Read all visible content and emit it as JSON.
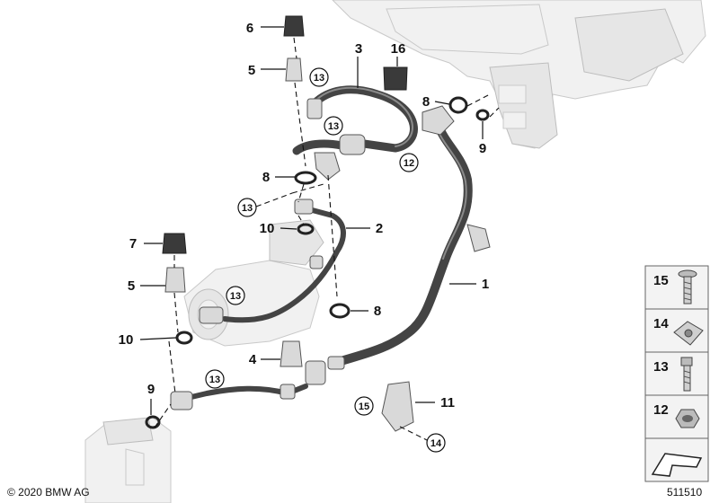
{
  "copyright": "© 2020 BMW AG",
  "diagram_id": "511510",
  "callouts": [
    {
      "label": "6"
    },
    {
      "label": "5"
    },
    {
      "label": "3"
    },
    {
      "label": "16"
    },
    {
      "label": "8"
    },
    {
      "label": "9"
    },
    {
      "label": "8"
    },
    {
      "label": "2"
    },
    {
      "label": "10"
    },
    {
      "label": "7"
    },
    {
      "label": "5"
    },
    {
      "label": "1"
    },
    {
      "label": "8"
    },
    {
      "label": "10"
    },
    {
      "label": "4"
    },
    {
      "label": "9"
    },
    {
      "label": "11"
    }
  ],
  "circled_callouts": [
    {
      "label": "13"
    },
    {
      "label": "13"
    },
    {
      "label": "12"
    },
    {
      "label": "13"
    },
    {
      "label": "13"
    },
    {
      "label": "13"
    },
    {
      "label": "15"
    },
    {
      "label": "14"
    }
  ],
  "legend": [
    {
      "label": "15"
    },
    {
      "label": "14"
    },
    {
      "label": "13"
    },
    {
      "label": "12"
    }
  ]
}
